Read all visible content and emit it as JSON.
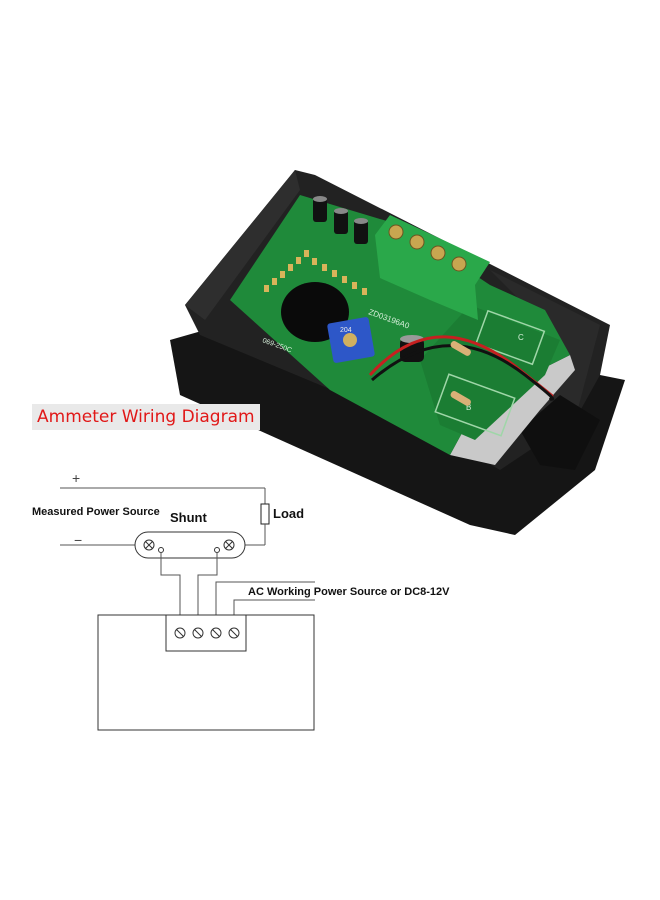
{
  "diagram": {
    "title": "Ammeter Wiring Diagram",
    "plus_sign": "+",
    "minus_sign": "−",
    "measured_power_source": "Measured Power Source",
    "shunt": "Shunt",
    "load": "Load",
    "ac_power_source": "AC Working Power Source or DC8-12V"
  },
  "board": {
    "pcb_code": "ZD03196A0",
    "pot_label": "204",
    "pcb_marking": "069-250C",
    "section_c": "C",
    "section_b": "B"
  },
  "colors": {
    "title_text": "#e11818",
    "pcb_green": "#1f8a3a",
    "terminal_green": "#2aa84a",
    "case_black": "#1b1b1b",
    "trimmer_blue": "#2d57c8"
  }
}
